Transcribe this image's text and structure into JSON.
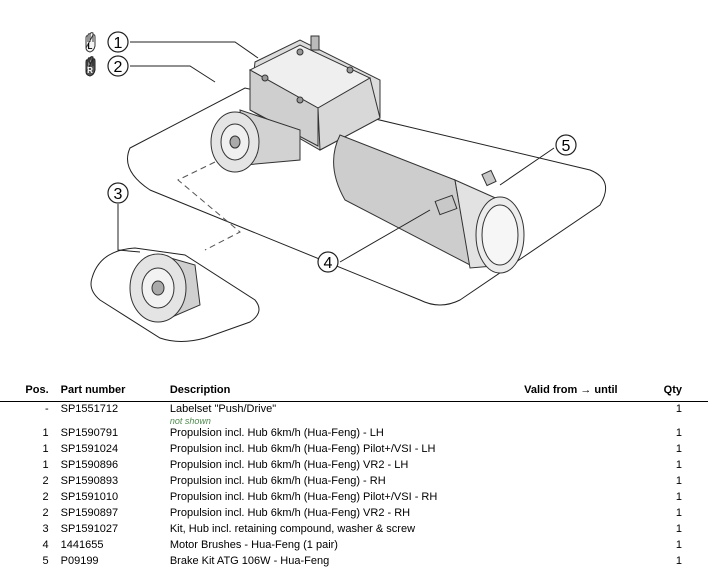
{
  "figure": {
    "callouts": [
      "1",
      "2",
      "3",
      "4",
      "5"
    ],
    "icons": [
      "hand-left-icon",
      "hand-right-icon"
    ],
    "hand_marks": [
      "L",
      "R"
    ]
  },
  "table": {
    "headers": {
      "pos": "Pos.",
      "part": "Part number",
      "desc": "Description",
      "valid": "Valid from → until",
      "qty": "Qty"
    },
    "rows": [
      {
        "pos": "-",
        "part": "SP1551712",
        "desc": "Labelset \"Push/Drive\"",
        "note": "not shown",
        "valid": "",
        "qty": "1"
      },
      {
        "pos": "1",
        "part": "SP1590791",
        "desc": "Propulsion incl. Hub 6km/h (Hua-Feng) - LH",
        "note": "",
        "valid": "",
        "qty": "1"
      },
      {
        "pos": "1",
        "part": "SP1591024",
        "desc": "Propulsion incl. Hub 6km/h (Hua-Feng) Pilot+/VSI - LH",
        "note": "",
        "valid": "",
        "qty": "1"
      },
      {
        "pos": "1",
        "part": "SP1590896",
        "desc": "Propulsion incl. Hub 6km/h (Hua-Feng) VR2 - LH",
        "note": "",
        "valid": "",
        "qty": "1"
      },
      {
        "pos": "2",
        "part": "SP1590893",
        "desc": "Propulsion incl. Hub 6km/h (Hua-Feng) - RH",
        "note": "",
        "valid": "",
        "qty": "1"
      },
      {
        "pos": "2",
        "part": "SP1591010",
        "desc": "Propulsion incl. Hub 6km/h (Hua-Feng) Pilot+/VSI - RH",
        "note": "",
        "valid": "",
        "qty": "1"
      },
      {
        "pos": "2",
        "part": "SP1590897",
        "desc": "Propulsion incl. Hub 6km/h (Hua-Feng) VR2 - RH",
        "note": "",
        "valid": "",
        "qty": "1"
      },
      {
        "pos": "3",
        "part": "SP1591027",
        "desc": "Kit, Hub incl. retaining compound, washer & screw",
        "note": "",
        "valid": "",
        "qty": "1"
      },
      {
        "pos": "4",
        "part": "1441655",
        "desc": "Motor Brushes - Hua-Feng (1 pair)",
        "note": "",
        "valid": "",
        "qty": "1"
      },
      {
        "pos": "5",
        "part": "P09199",
        "desc": "Brake Kit ATG 106W - Hua-Feng",
        "note": "",
        "valid": "",
        "qty": "1"
      }
    ]
  }
}
